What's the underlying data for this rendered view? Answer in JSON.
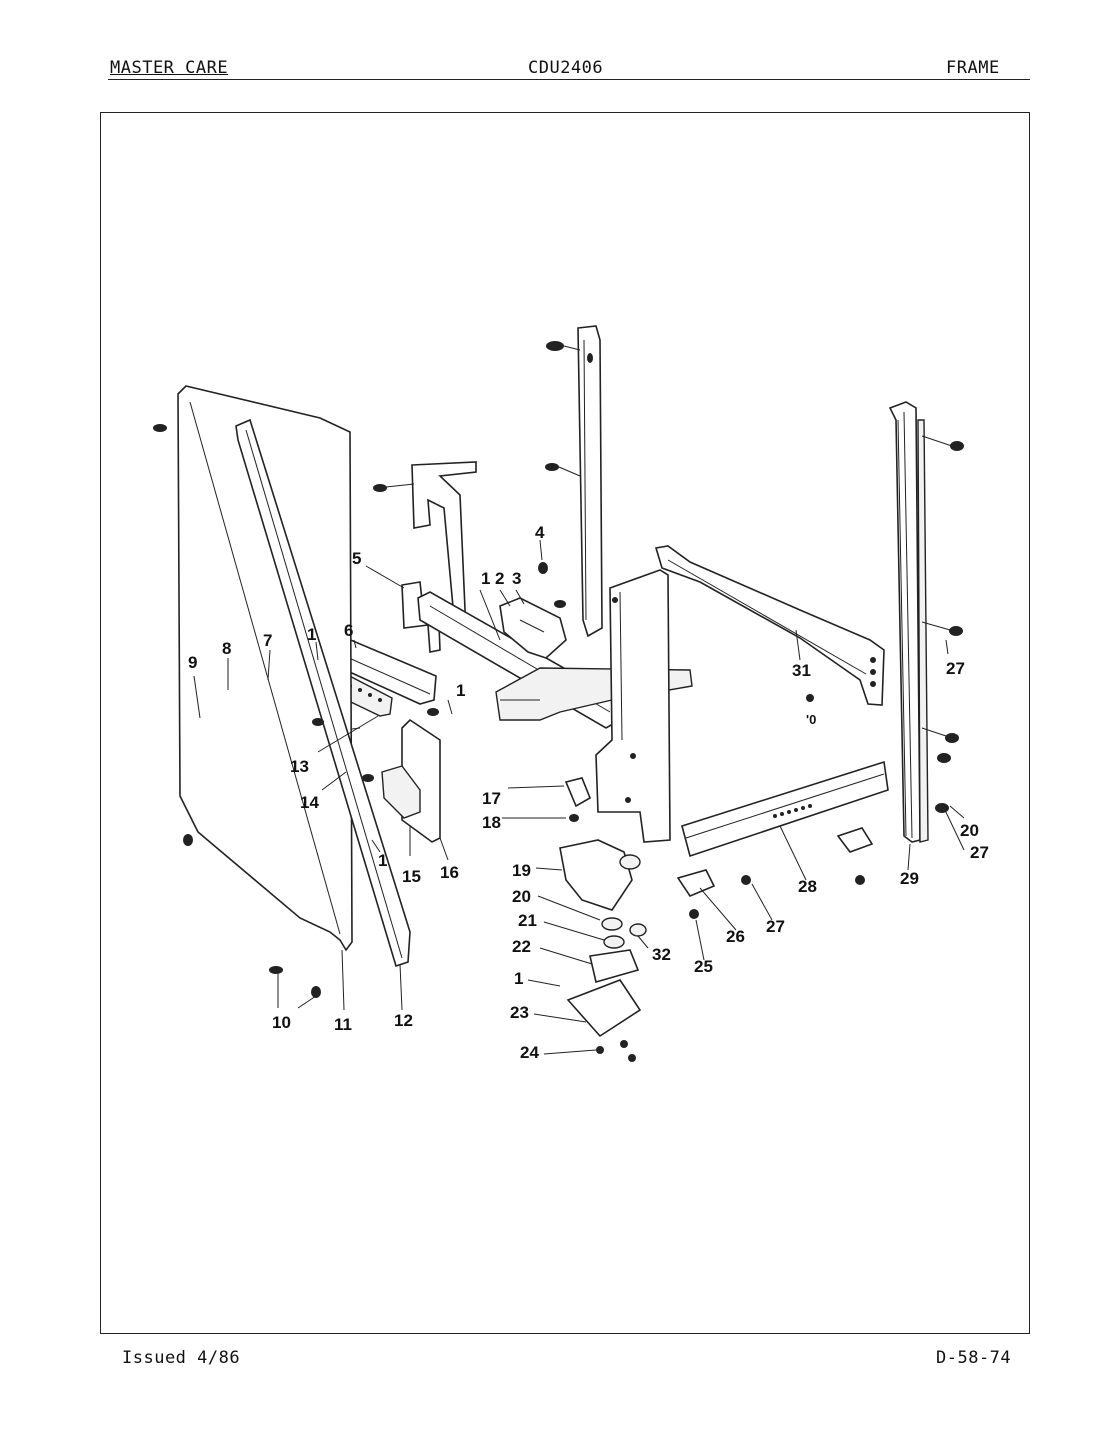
{
  "header": {
    "left": "MASTER CARE",
    "center": "CDU2406",
    "right": "FRAME"
  },
  "footer": {
    "issued": "Issued 4/86",
    "code": "D-58-74"
  },
  "callouts": {
    "c1a": "1",
    "c2": "2",
    "c3": "3",
    "c4": "4",
    "c5": "5",
    "c1b": "1",
    "c6": "6",
    "c7": "7",
    "c8": "8",
    "c9": "9",
    "c1c": "1",
    "c13": "13",
    "c14": "14",
    "c17": "17",
    "c18": "18",
    "c1d": "1",
    "c15": "15",
    "c16": "16",
    "c10": "10",
    "c11": "11",
    "c12": "12",
    "c19": "19",
    "c20a": "20",
    "c21": "21",
    "c22": "22",
    "c1e": "1",
    "c23": "23",
    "c24": "24",
    "c32": "32",
    "c25": "25",
    "c26": "26",
    "c27a": "27",
    "c28": "28",
    "c29": "29",
    "c27b": "27",
    "c20b": "20",
    "c27c": "27",
    "c31": "31",
    "c30": "'0"
  }
}
